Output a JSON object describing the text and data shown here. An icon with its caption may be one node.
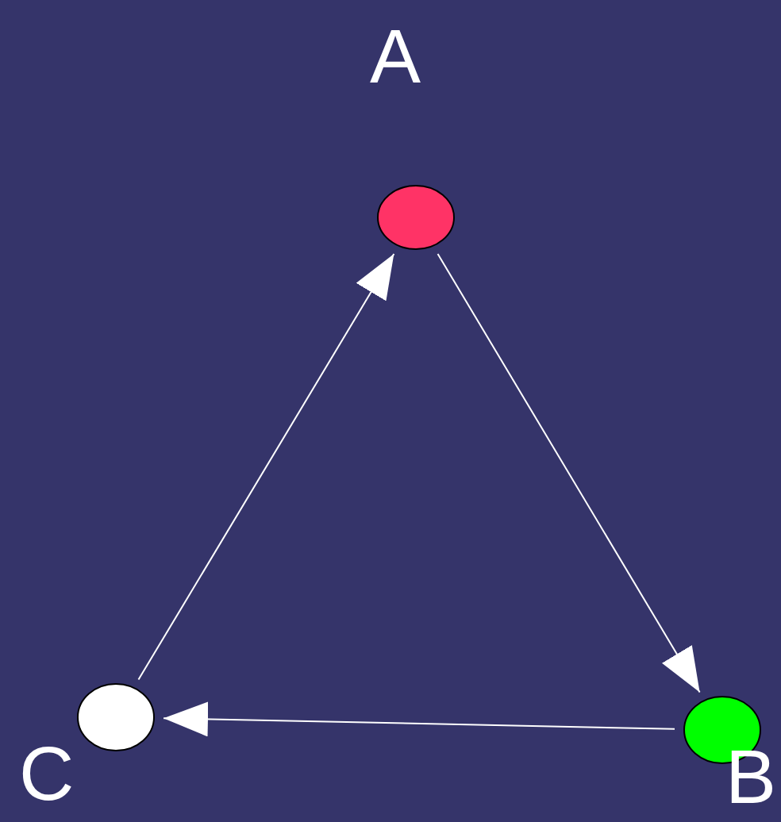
{
  "diagram": {
    "nodes": [
      {
        "text": [],
        "shape": "circle",
        "beside": [
          "A"
        ]
      },
      {
        "text": [],
        "shape": "circle",
        "beside": [
          "B"
        ]
      },
      {
        "text": [],
        "shape": "circle",
        "beside": [
          "C"
        ]
      }
    ],
    "edges": [
      {
        "from": 0,
        "to": 1,
        "arrow": "to"
      },
      {
        "from": 1,
        "to": 2,
        "arrow": "to"
      },
      {
        "from": 2,
        "to": 0,
        "arrow": "to"
      }
    ]
  }
}
